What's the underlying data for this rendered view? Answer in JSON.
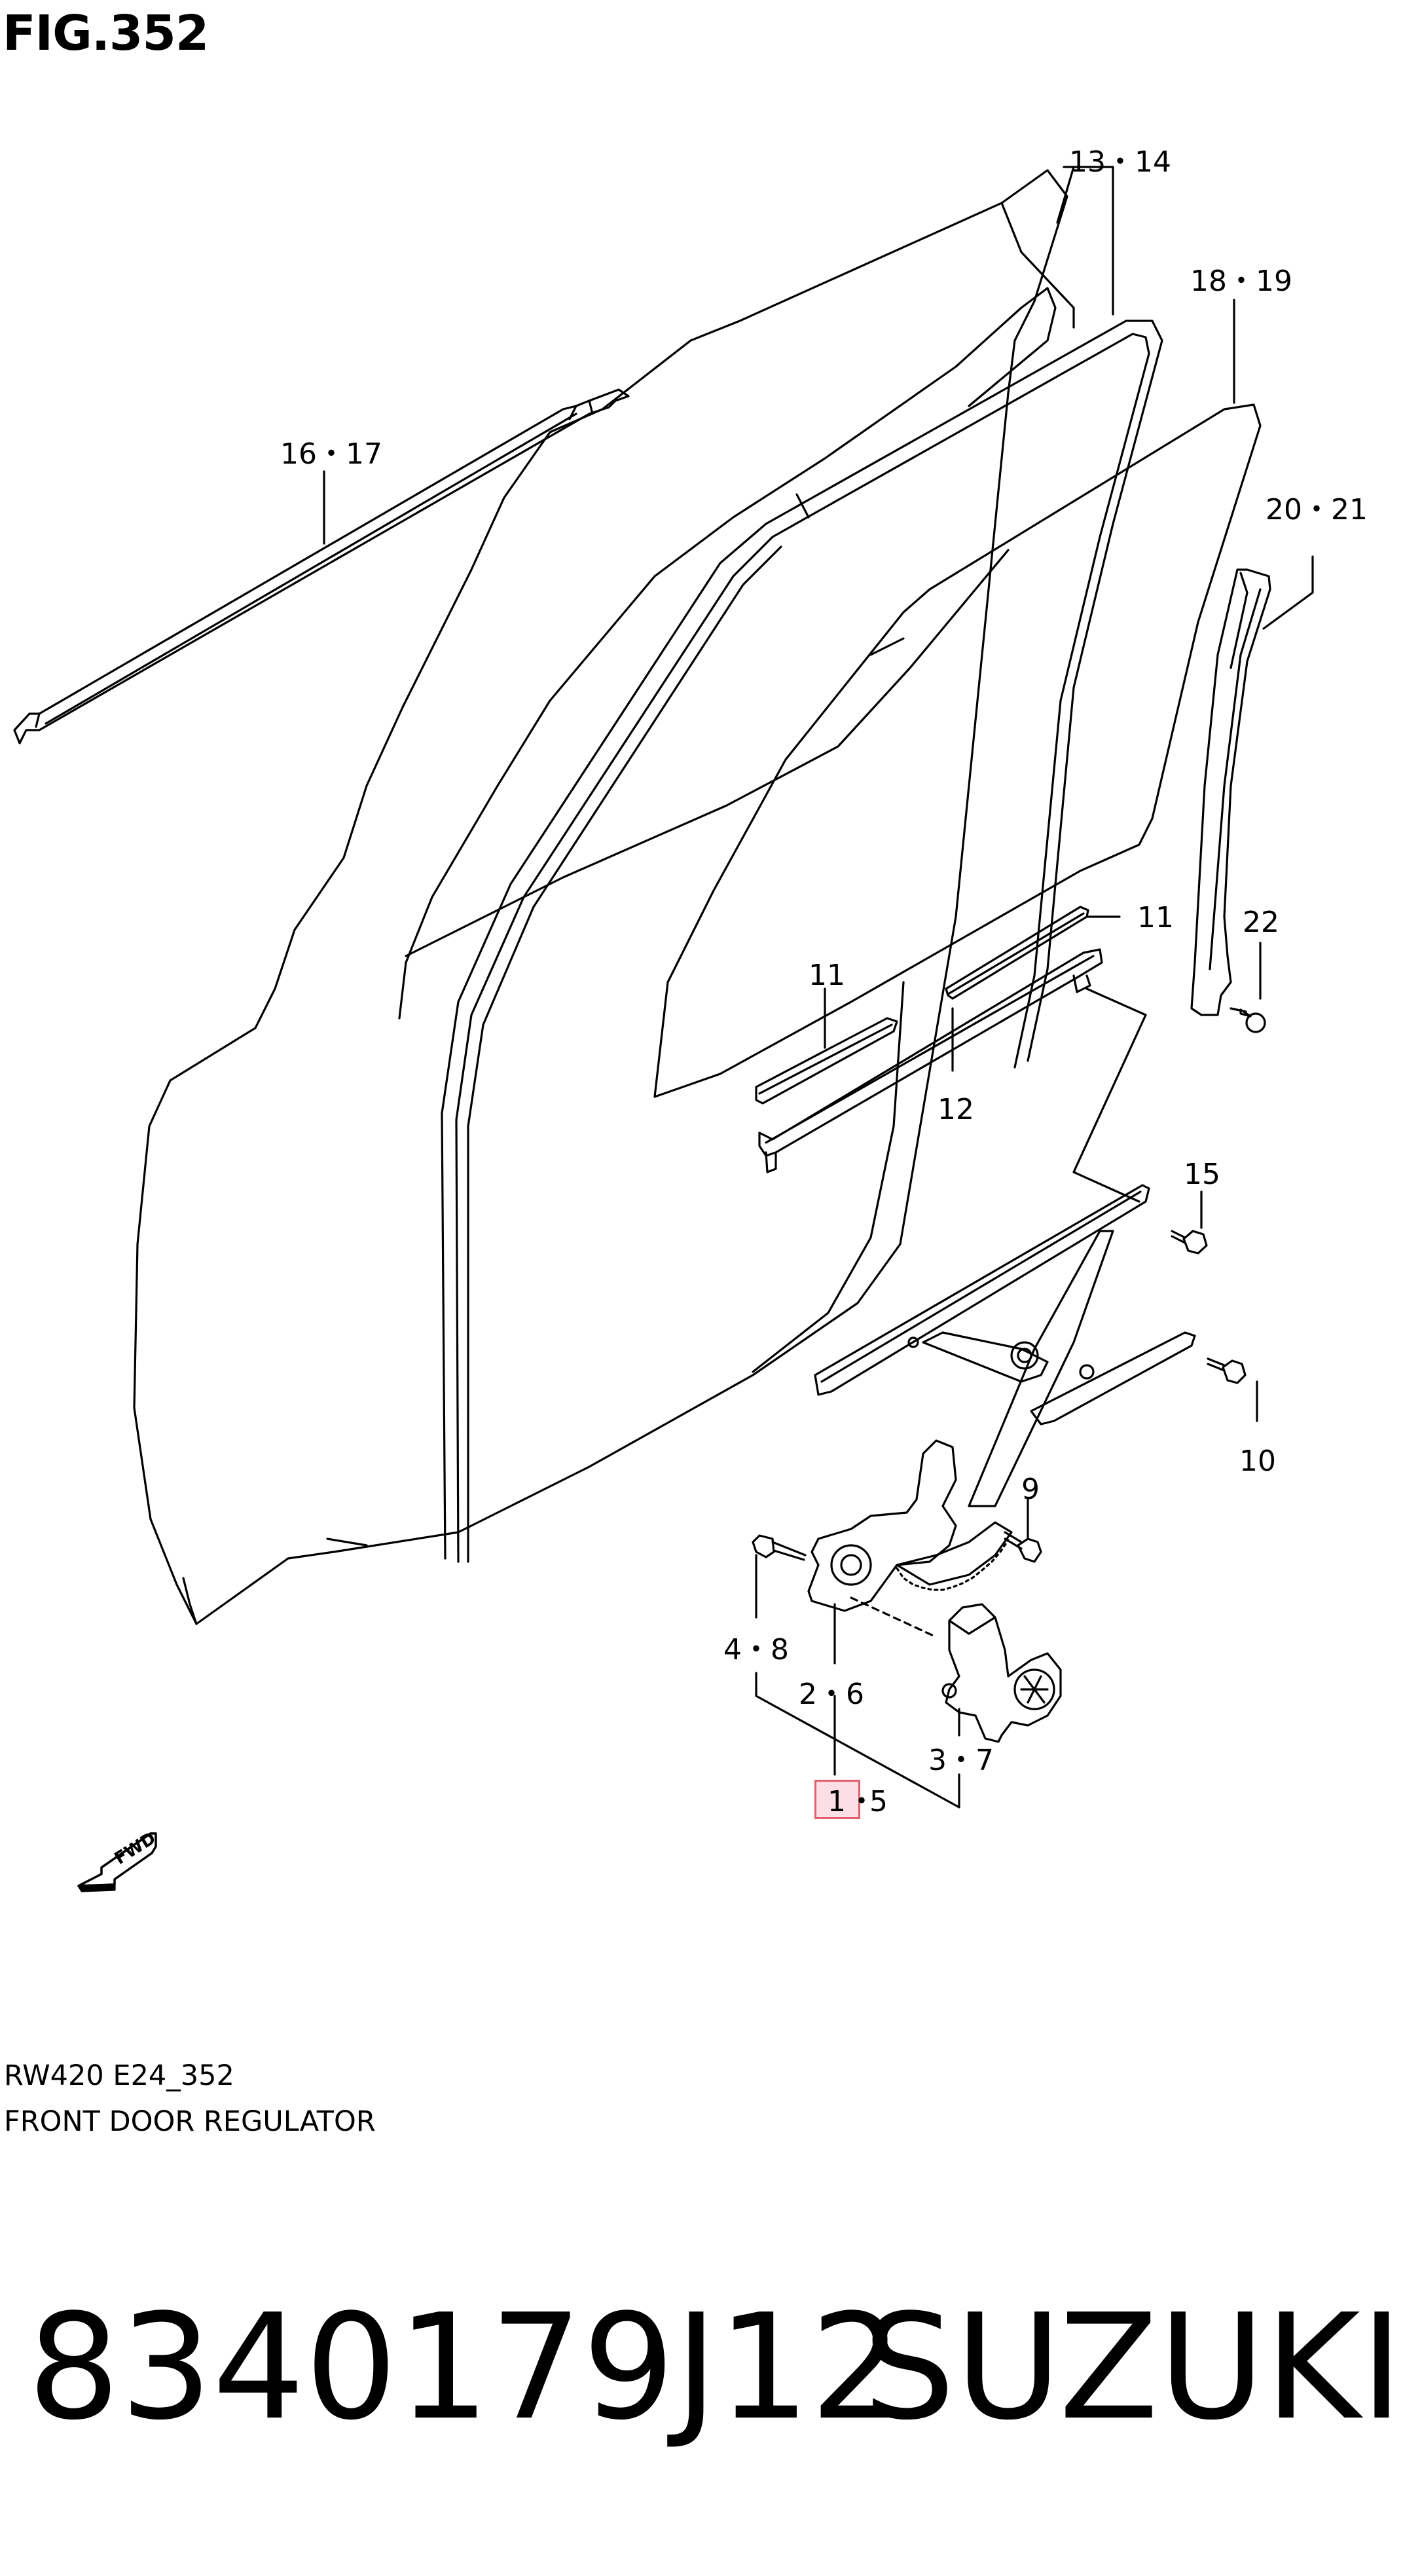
{
  "figure": {
    "title": "FIG.352",
    "callouts": {
      "c13_14": "13・14",
      "c18_19": "18・19",
      "c16_17": "16・17",
      "c20_21": "20・21",
      "c11a": "11",
      "c11b": "11",
      "c22": "22",
      "c12": "12",
      "c15": "15",
      "c10": "10",
      "c9": "9",
      "c4_8": "4・8",
      "c2_6": "2・6",
      "c3_7": "3・7",
      "c1": "1",
      "c1_sep": "・",
      "c5": "5"
    },
    "fwd_label": "FWD",
    "highlight_color": "#fbdfe4",
    "highlight_border": "#e06070",
    "code": "RW420 E24_352",
    "name": "FRONT DOOR REGULATOR"
  },
  "part_number": "8340179J12",
  "brand": "SUZUKI"
}
